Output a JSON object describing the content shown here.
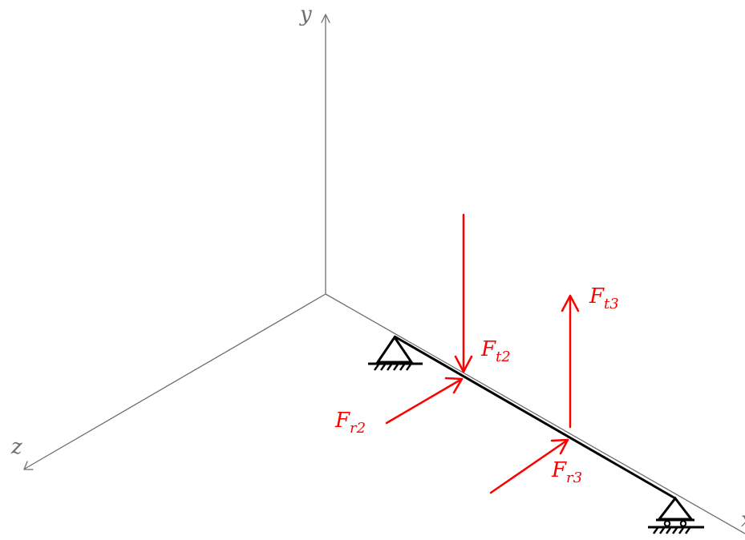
{
  "axes": {
    "x_label": "x",
    "y_label": "y",
    "z_label": "z"
  },
  "forces": [
    {
      "id": "Ft2",
      "symbol": "F",
      "subscript": "t2"
    },
    {
      "id": "Fr2",
      "symbol": "F",
      "subscript": "r2"
    },
    {
      "id": "Ft3",
      "symbol": "F",
      "subscript": "t3"
    },
    {
      "id": "Fr3",
      "symbol": "F",
      "subscript": "r3"
    }
  ],
  "supports": [
    {
      "id": "left",
      "kind": "pinned"
    },
    {
      "id": "right",
      "kind": "roller"
    }
  ],
  "colors": {
    "axis": "#6e6e6e",
    "beam": "#000000",
    "force": "#ff0000"
  }
}
